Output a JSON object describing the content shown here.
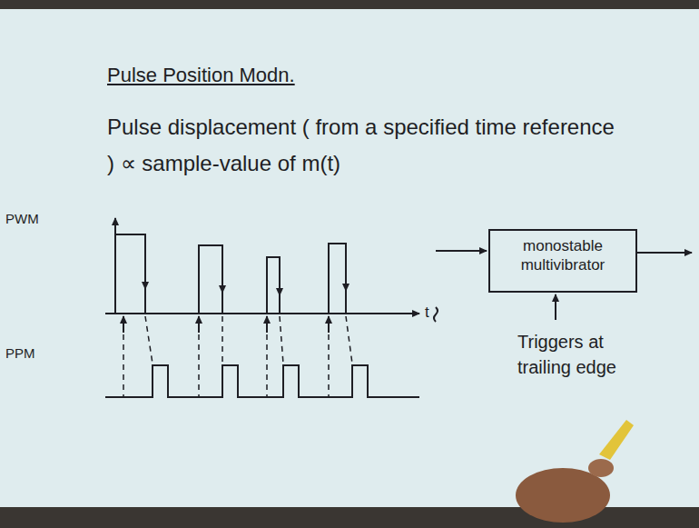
{
  "diagram": {
    "title": "Pulse Position Modn.",
    "nodes": [
      {
        "text": [
          "monostable multivibrator"
        ]
      }
    ],
    "labels": [
      "Pulse displacement ( from a specified time reference ) ∝ sample-value of m(t)",
      "PWM",
      "t",
      "PPM",
      "Triggers at trailing edge"
    ]
  }
}
